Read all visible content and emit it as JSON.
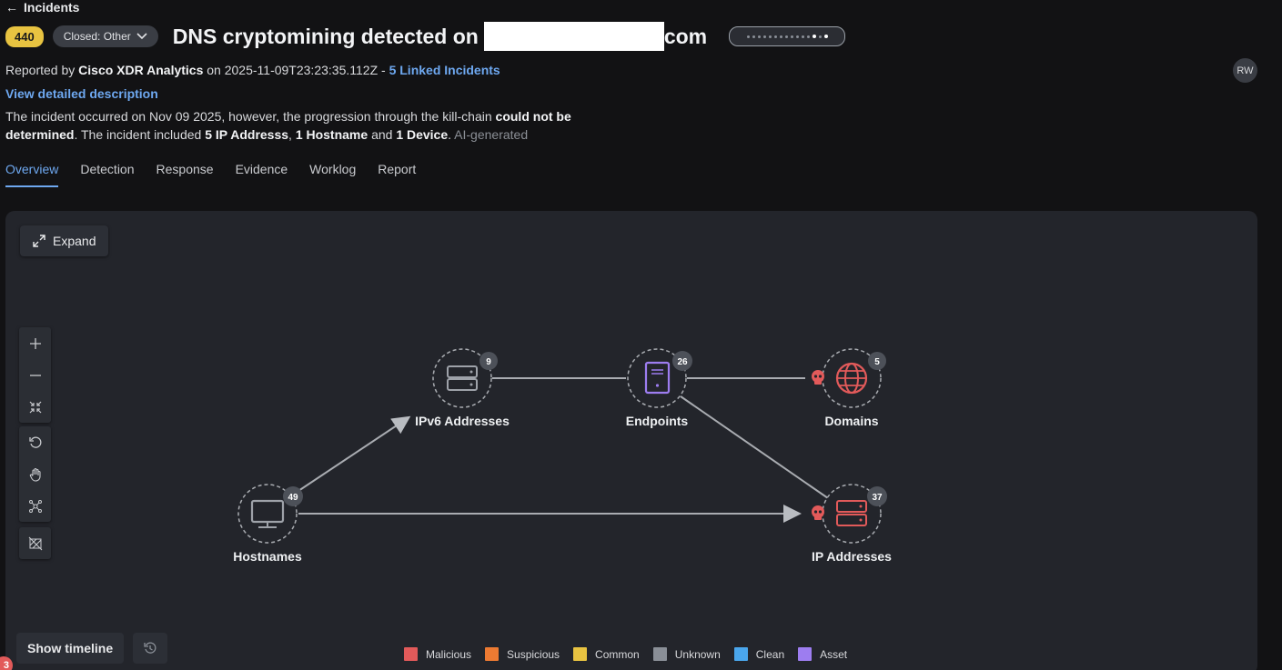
{
  "nav": {
    "back_label": "Incidents"
  },
  "incident": {
    "score": "440",
    "status": "Closed: Other",
    "title_prefix": "DNS cryptomining detected on",
    "title_suffix": "com"
  },
  "reported": {
    "prefix": "Reported by",
    "source": "Cisco XDR Analytics",
    "on": "on",
    "timestamp": "2025-11-09T23:23:35.112Z",
    "separator": "-",
    "linked": "5 Linked Incidents"
  },
  "user": {
    "initials": "RW"
  },
  "description": {
    "link": "View detailed description",
    "t1": "The incident occurred on Nov 09 2025, however, the progression through the kill-chain",
    "b1": "could not be determined",
    "t2": ". The incident included",
    "b2": "5 IP Addresss",
    "t3": ",",
    "b3": "1 Hostname",
    "t4": "and",
    "b4": "1 Device",
    "t5": ".",
    "ai": "AI-generated"
  },
  "tabs": [
    "Overview",
    "Detection",
    "Response",
    "Evidence",
    "Worklog",
    "Report"
  ],
  "graph": {
    "expand_label": "Expand",
    "nodes": [
      {
        "id": "ipv6",
        "label": "IPv6 Addresses",
        "count": "9",
        "icon": "server-icon",
        "color": "#9ea2a9"
      },
      {
        "id": "endpoints",
        "label": "Endpoints",
        "count": "26",
        "icon": "device-icon",
        "color": "#9d7df0"
      },
      {
        "id": "domains",
        "label": "Domains",
        "count": "5",
        "icon": "globe-icon",
        "color": "#e25a5a"
      },
      {
        "id": "hostnames",
        "label": "Hostnames",
        "count": "49",
        "icon": "monitor-icon",
        "color": "#9ea2a9"
      },
      {
        "id": "ip",
        "label": "IP Addresses",
        "count": "37",
        "icon": "server-icon",
        "color": "#e25a5a"
      }
    ],
    "toolbar": [
      "zoom-in-icon",
      "zoom-out-icon",
      "fit-icon",
      "reset-icon",
      "pan-hand-icon",
      "layout-icon",
      "hide-icon"
    ]
  },
  "legend": [
    {
      "label": "Malicious",
      "color": "#e25a5a"
    },
    {
      "label": "Suspicious",
      "color": "#ec7a32"
    },
    {
      "label": "Common",
      "color": "#e8c341"
    },
    {
      "label": "Unknown",
      "color": "#8a8f97"
    },
    {
      "label": "Clean",
      "color": "#4aa6ec"
    },
    {
      "label": "Asset",
      "color": "#9d7df0"
    }
  ],
  "timeline": {
    "label": "Show timeline"
  },
  "notifications": {
    "count": "3"
  }
}
